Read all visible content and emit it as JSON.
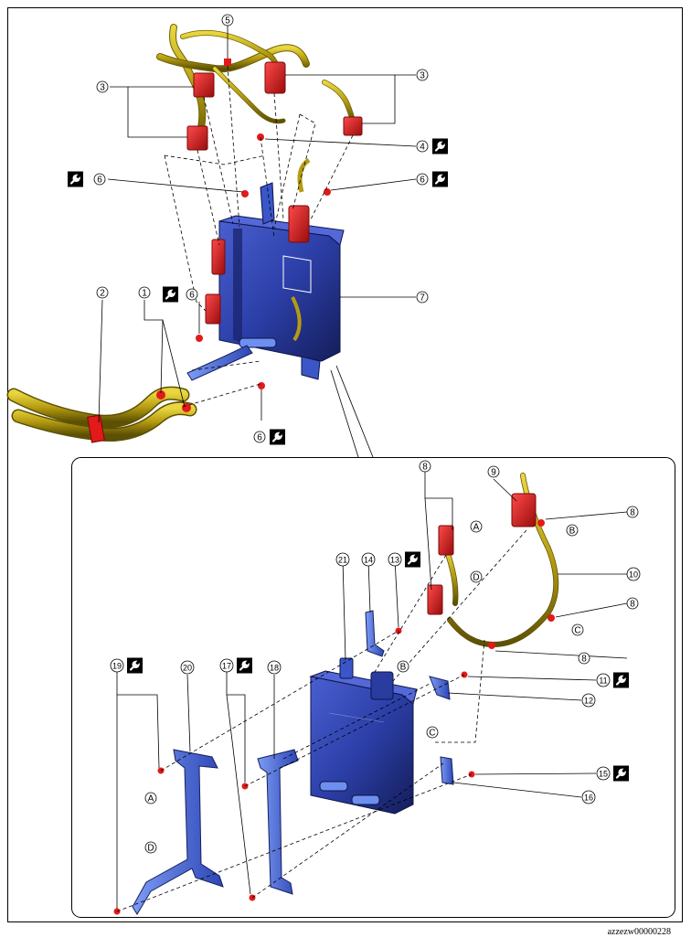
{
  "diagram": {
    "footer_code": "azzezw00000228",
    "colors": {
      "harness": "#c9b21a",
      "harness_dark": "#6e6106",
      "connector": "#e21a1a",
      "connector_dark": "#8c0a0a",
      "module": "#2c3fa8",
      "module_dark": "#16205e",
      "bracket": "#3a56c8",
      "bracket_light": "#6d8ff0",
      "line": "#000000"
    },
    "icons": [
      "wrench-icon"
    ],
    "callouts": [
      {
        "id": "c1",
        "label": "1",
        "torque": false
      },
      {
        "id": "c2",
        "label": "2",
        "torque": false
      },
      {
        "id": "c3a",
        "label": "3",
        "torque": false
      },
      {
        "id": "c3b",
        "label": "3",
        "torque": false
      },
      {
        "id": "c4",
        "label": "4",
        "torque": true
      },
      {
        "id": "c5",
        "label": "5",
        "torque": false
      },
      {
        "id": "c6a",
        "label": "6",
        "torque": true
      },
      {
        "id": "c6b",
        "label": "6",
        "torque": true
      },
      {
        "id": "c6c",
        "label": "6",
        "torque": true
      },
      {
        "id": "c6d",
        "label": "6",
        "torque": true
      },
      {
        "id": "c7",
        "label": "7",
        "torque": false
      },
      {
        "id": "c8a",
        "label": "8",
        "torque": false
      },
      {
        "id": "c8b",
        "label": "8",
        "torque": false
      },
      {
        "id": "c8c",
        "label": "8",
        "torque": false
      },
      {
        "id": "c8d",
        "label": "8",
        "torque": false
      },
      {
        "id": "c9",
        "label": "9",
        "torque": false
      },
      {
        "id": "c10",
        "label": "10",
        "torque": false
      },
      {
        "id": "c11",
        "label": "11",
        "torque": true
      },
      {
        "id": "c12",
        "label": "12",
        "torque": false
      },
      {
        "id": "c13",
        "label": "13",
        "torque": true
      },
      {
        "id": "c14",
        "label": "14",
        "torque": false
      },
      {
        "id": "c15",
        "label": "15",
        "torque": true
      },
      {
        "id": "c16",
        "label": "16",
        "torque": false
      },
      {
        "id": "c17",
        "label": "17",
        "torque": true
      },
      {
        "id": "c18",
        "label": "18",
        "torque": false
      },
      {
        "id": "c19",
        "label": "19",
        "torque": true
      },
      {
        "id": "c20",
        "label": "20",
        "torque": false
      },
      {
        "id": "c21",
        "label": "21",
        "torque": false
      }
    ],
    "reference_marks": [
      {
        "id": "rA1",
        "label": "A"
      },
      {
        "id": "rB1",
        "label": "B"
      },
      {
        "id": "rC1",
        "label": "C"
      },
      {
        "id": "rD1",
        "label": "D"
      },
      {
        "id": "rB2",
        "label": "B"
      },
      {
        "id": "rC2",
        "label": "C"
      },
      {
        "id": "rA2",
        "label": "A"
      },
      {
        "id": "rD2",
        "label": "D"
      }
    ]
  }
}
